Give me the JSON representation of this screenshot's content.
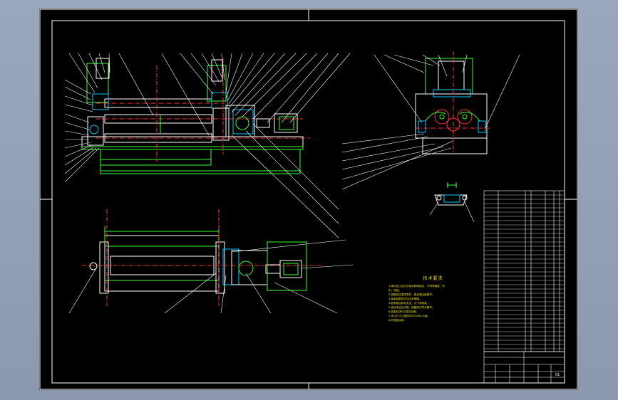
{
  "tech_notes": {
    "title": "技术要求",
    "lines": [
      "1.零件加工后应去除毛刺和锐边，不得有磕碰、划",
      "伤、锈蚀。",
      "2.装配前应清洗零件，保证清洁度要求。",
      "3.轴承装配时应加注润滑脂。",
      "4.各滚轴应转动灵活，无卡滞现象。",
      "5.齿轮啮合应平稳，接触斑点符合要求。",
      "6.装配后进行空载试运转。",
      "7.未注尺寸公差按GB/T1804-m级。",
      "8.外表面涂漆。"
    ]
  },
  "title_block": {
    "drawing_number": "01"
  }
}
